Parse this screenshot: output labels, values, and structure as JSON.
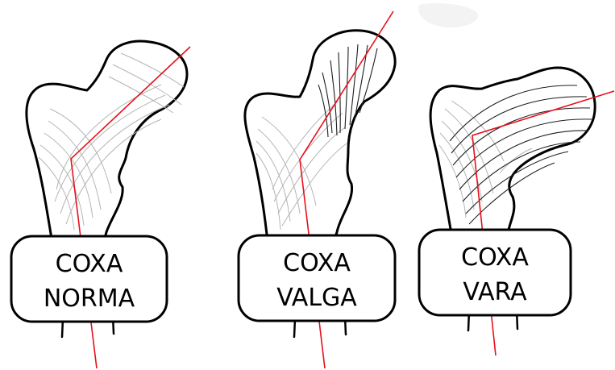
{
  "colors": {
    "outline": "#000000",
    "axis_line": "#e8101a",
    "trabeculae_light": "#b5b5b5",
    "trabeculae_dark": "#1e1e1e",
    "background": "#ffffff"
  },
  "panels": [
    {
      "id": "norma",
      "line1": "COXA",
      "line2": "NORMA"
    },
    {
      "id": "valga",
      "line1": "COXA",
      "line2": "VALGA"
    },
    {
      "id": "vara",
      "line1": "COXA",
      "line2": "VARA"
    }
  ]
}
